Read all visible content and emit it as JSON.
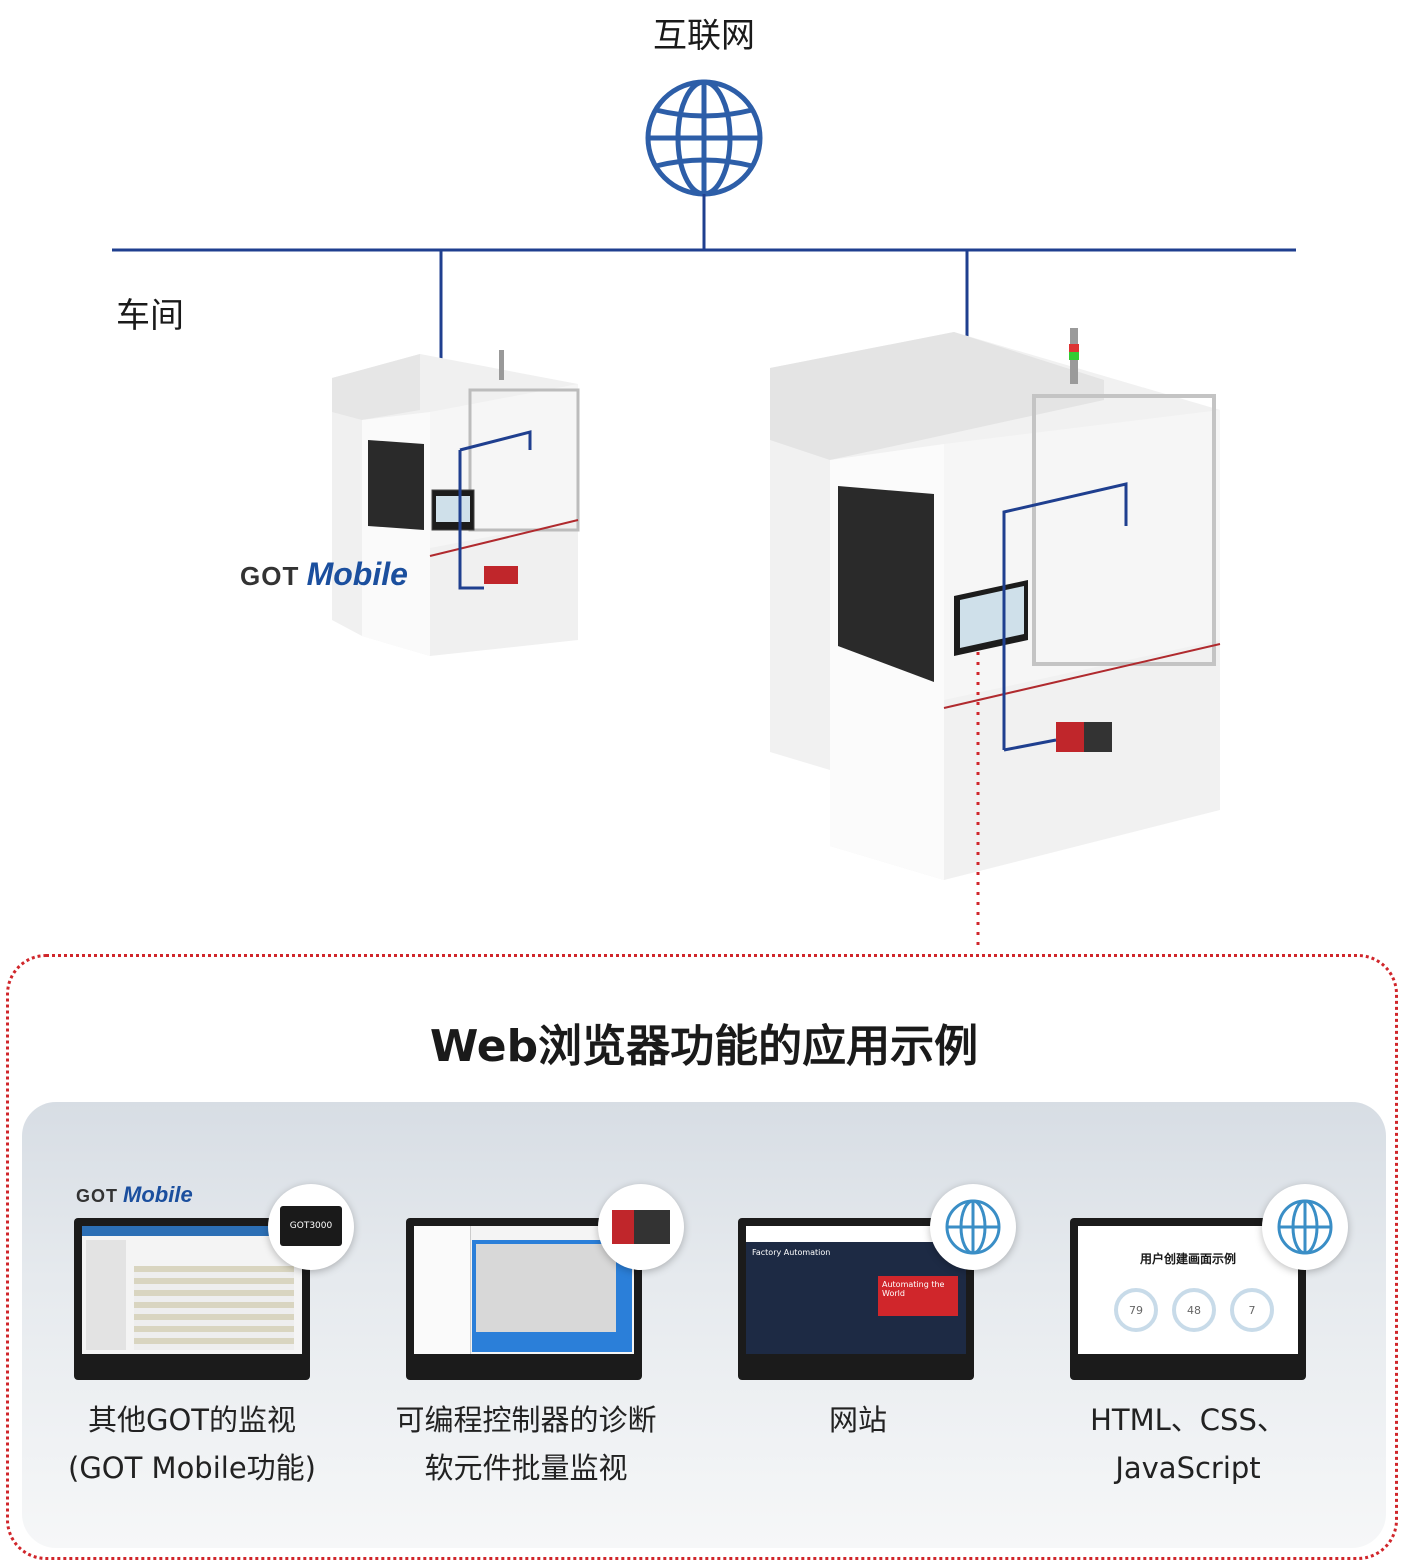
{
  "network": {
    "internet_label": "互联网",
    "shop_floor_label": "车间",
    "icons": [
      "globe-icon"
    ],
    "line_color": "#1f3f8f",
    "accent_red": "#d0262b"
  },
  "machines": {
    "left_logo": {
      "got": "GOT",
      "mobile": "Mobile"
    }
  },
  "applications": {
    "title": "Web浏览器功能的应用示例",
    "logo": {
      "got": "GOT",
      "mobile": "Mobile"
    },
    "items": [
      {
        "caption_line1": "其他GOT的监视",
        "caption_line2": "(GOT Mobile功能)",
        "badge_text": "GOT3000",
        "icon": "got-device-icon"
      },
      {
        "caption_line1": "可编程控制器的诊断",
        "caption_line2": "软元件批量监视",
        "icon": "plc-icon"
      },
      {
        "caption_line1": "网站",
        "caption_line2": "",
        "screen_heading": "Factory Automation",
        "screen_banner": "Automating the World",
        "icon": "globe-icon"
      },
      {
        "caption_line1": "HTML、CSS、",
        "caption_line2": "JavaScript",
        "screen_heading": "用户创建画面示例",
        "gauges": [
          "79",
          "48",
          "7"
        ],
        "icon": "globe-icon"
      }
    ]
  }
}
